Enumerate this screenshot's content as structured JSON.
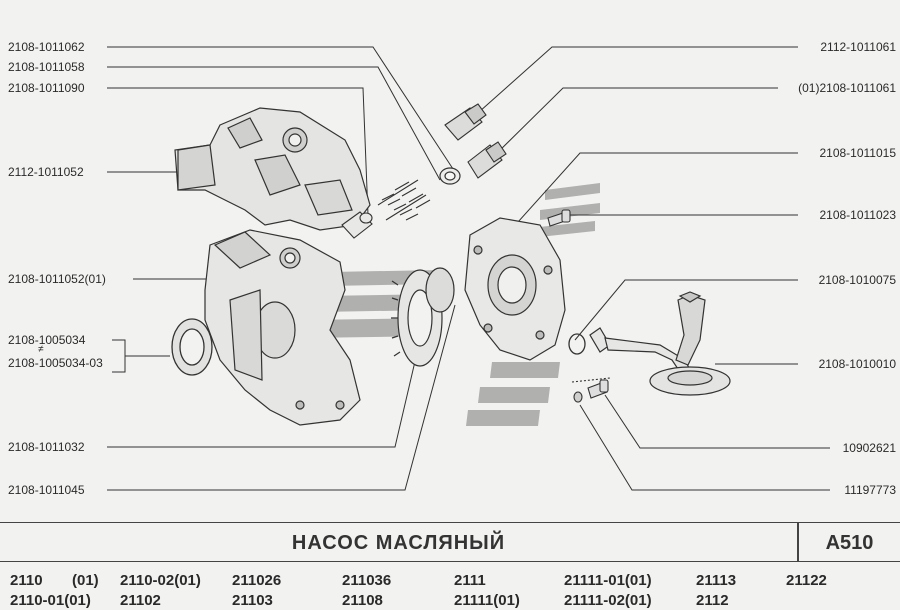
{
  "part_labels": {
    "l_1011062": "2108-1011062",
    "l_1011058": "2108-1011058",
    "l_1011090": "2108-1011090",
    "l_1011052": "2112-1011052",
    "l_1011052_01": "2108-1011052(01)",
    "l_1005034": "2108-1005034",
    "l_1005034_03": "2108-1005034-03",
    "l_1011032": "2108-1011032",
    "l_1011045": "2108-1011045",
    "r_1011061": "2112-1011061",
    "r_01_1011061": "(01)2108-1011061",
    "r_1011015": "2108-1011015",
    "r_1011023": "2108-1011023",
    "r_1010075": "2108-1010075",
    "r_1010010": "2108-1010010",
    "r_10902621": "10902621",
    "r_11197773": "11197773"
  },
  "alt_mark": "≠",
  "title": "НАСОС  МАСЛЯНЫЙ",
  "code": "А510",
  "models": {
    "row1": [
      "2110",
      "(01)",
      "2110-02(01)",
      "211026",
      "211036",
      "2111",
      "21111-01(01)",
      "21113",
      "21122"
    ],
    "row2": [
      "2110-01(01)",
      "21102",
      "21103",
      "21108",
      "21111(01)",
      "21111-02(01)",
      "2112"
    ]
  }
}
